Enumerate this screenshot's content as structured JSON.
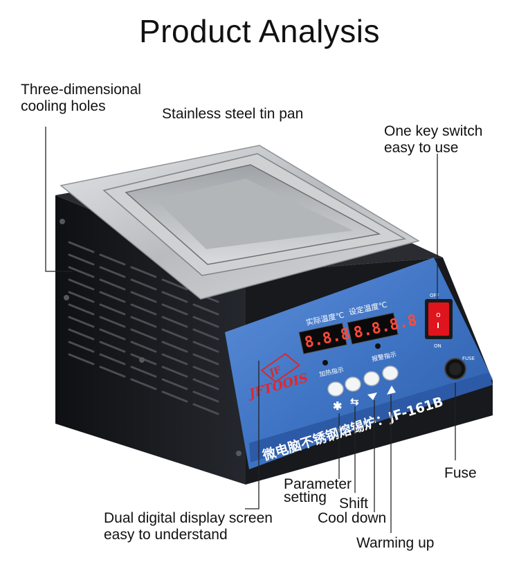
{
  "title": "Product Analysis",
  "callouts": {
    "cooling_line1": "Three-dimensional",
    "cooling_line2": "cooling holes",
    "tin_pan": "Stainless steel tin pan",
    "switch_line1": "One key switch",
    "switch_line2": "easy to use",
    "fuse": "Fuse",
    "parameter_line1": "Parameter",
    "parameter_line2": "setting",
    "shift": "Shift",
    "cool_down": "Cool down",
    "display_line1": "Dual digital display screen",
    "display_line2": "easy to understand",
    "warming_up": "Warming up"
  },
  "device": {
    "brand": "JFTOOIS",
    "model_line": "微电脑不锈钢熔锡炉：JF-161B",
    "display_left_caption": "实际温度℃",
    "display_right_caption": "设定温度℃",
    "display_left_value": "8.8.8.8",
    "display_right_value": "8.8.8.8",
    "heat_indicator": "加热指示",
    "alarm_indicator": "报警指示",
    "switch_off": "OFF",
    "switch_on": "ON",
    "fuse_label": "FUSE",
    "colors": {
      "panel_blue": "#3f74c4",
      "body_black": "#1b1d22",
      "switch_red": "#e0141c",
      "display_red": "#ff4a3a",
      "steel": "#c9cbcd"
    }
  }
}
